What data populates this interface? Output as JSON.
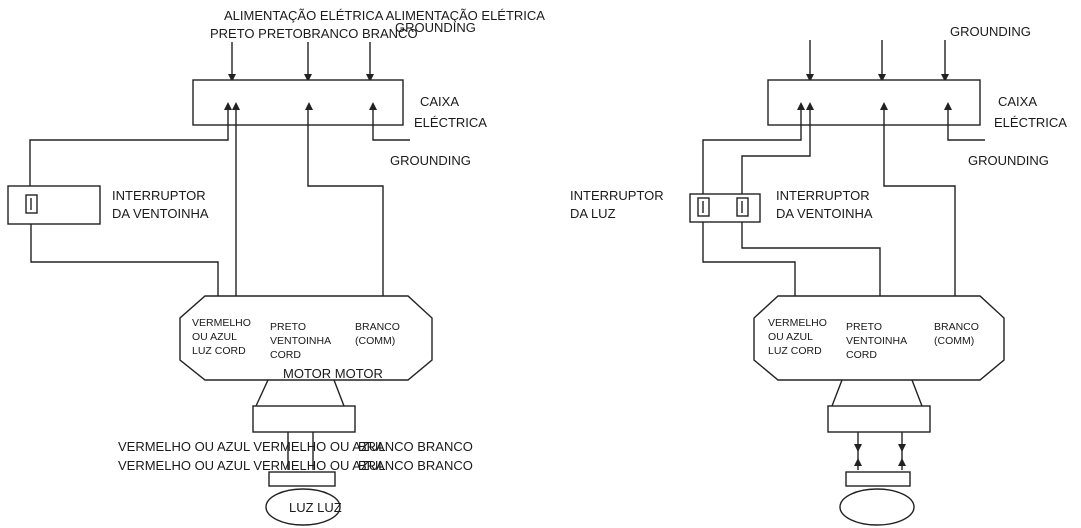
{
  "left": {
    "top_labels": {
      "line1": "ALIMENTAÇÃO ELÉTRICA ALIMENTAÇÃO ELÉTRICA",
      "line2": "PRETO PRETOBRANCO BRANCO",
      "grounding_top": "GROUNDING"
    },
    "caixa": [
      "CAIXA",
      "ELÉCTRICA"
    ],
    "grounding": "GROUNDING",
    "switch_fan": [
      "INTERRUPTOR",
      "DA VENTOINHA"
    ],
    "motor_wires": {
      "red": [
        "VERMELHO",
        "OU AZUL",
        "LUZ CORD"
      ],
      "black": [
        "PRETO",
        "VENTOINHA",
        "CORD"
      ],
      "white": [
        "BRANCO",
        "(COMM)"
      ]
    },
    "motor_label": "MOTOR MOTOR",
    "bottom_labels": [
      "VERMELHO OU AZUL VERMELHO OU AZUL",
      "VERMELHO OU AZUL VERMELHO OU AZUL"
    ],
    "bottom_right_labels": [
      "BRANCO BRANCO",
      "BRANCO BRANCO"
    ],
    "light_label": "LUZ LUZ"
  },
  "right": {
    "grounding_top": "GROUNDING",
    "caixa": [
      "CAIXA",
      "ELÉCTRICA"
    ],
    "grounding": "GROUNDING",
    "switch_light": [
      "INTERRUPTOR",
      "DA LUZ"
    ],
    "switch_fan": [
      "INTERRUPTOR",
      "DA VENTOINHA"
    ],
    "motor_wires": {
      "red": [
        "VERMELHO",
        "OU AZUL",
        "LUZ CORD"
      ],
      "black": [
        "PRETO",
        "VENTOINHA",
        "CORD"
      ],
      "white": [
        "BRANCO",
        "(COMM)"
      ]
    }
  }
}
